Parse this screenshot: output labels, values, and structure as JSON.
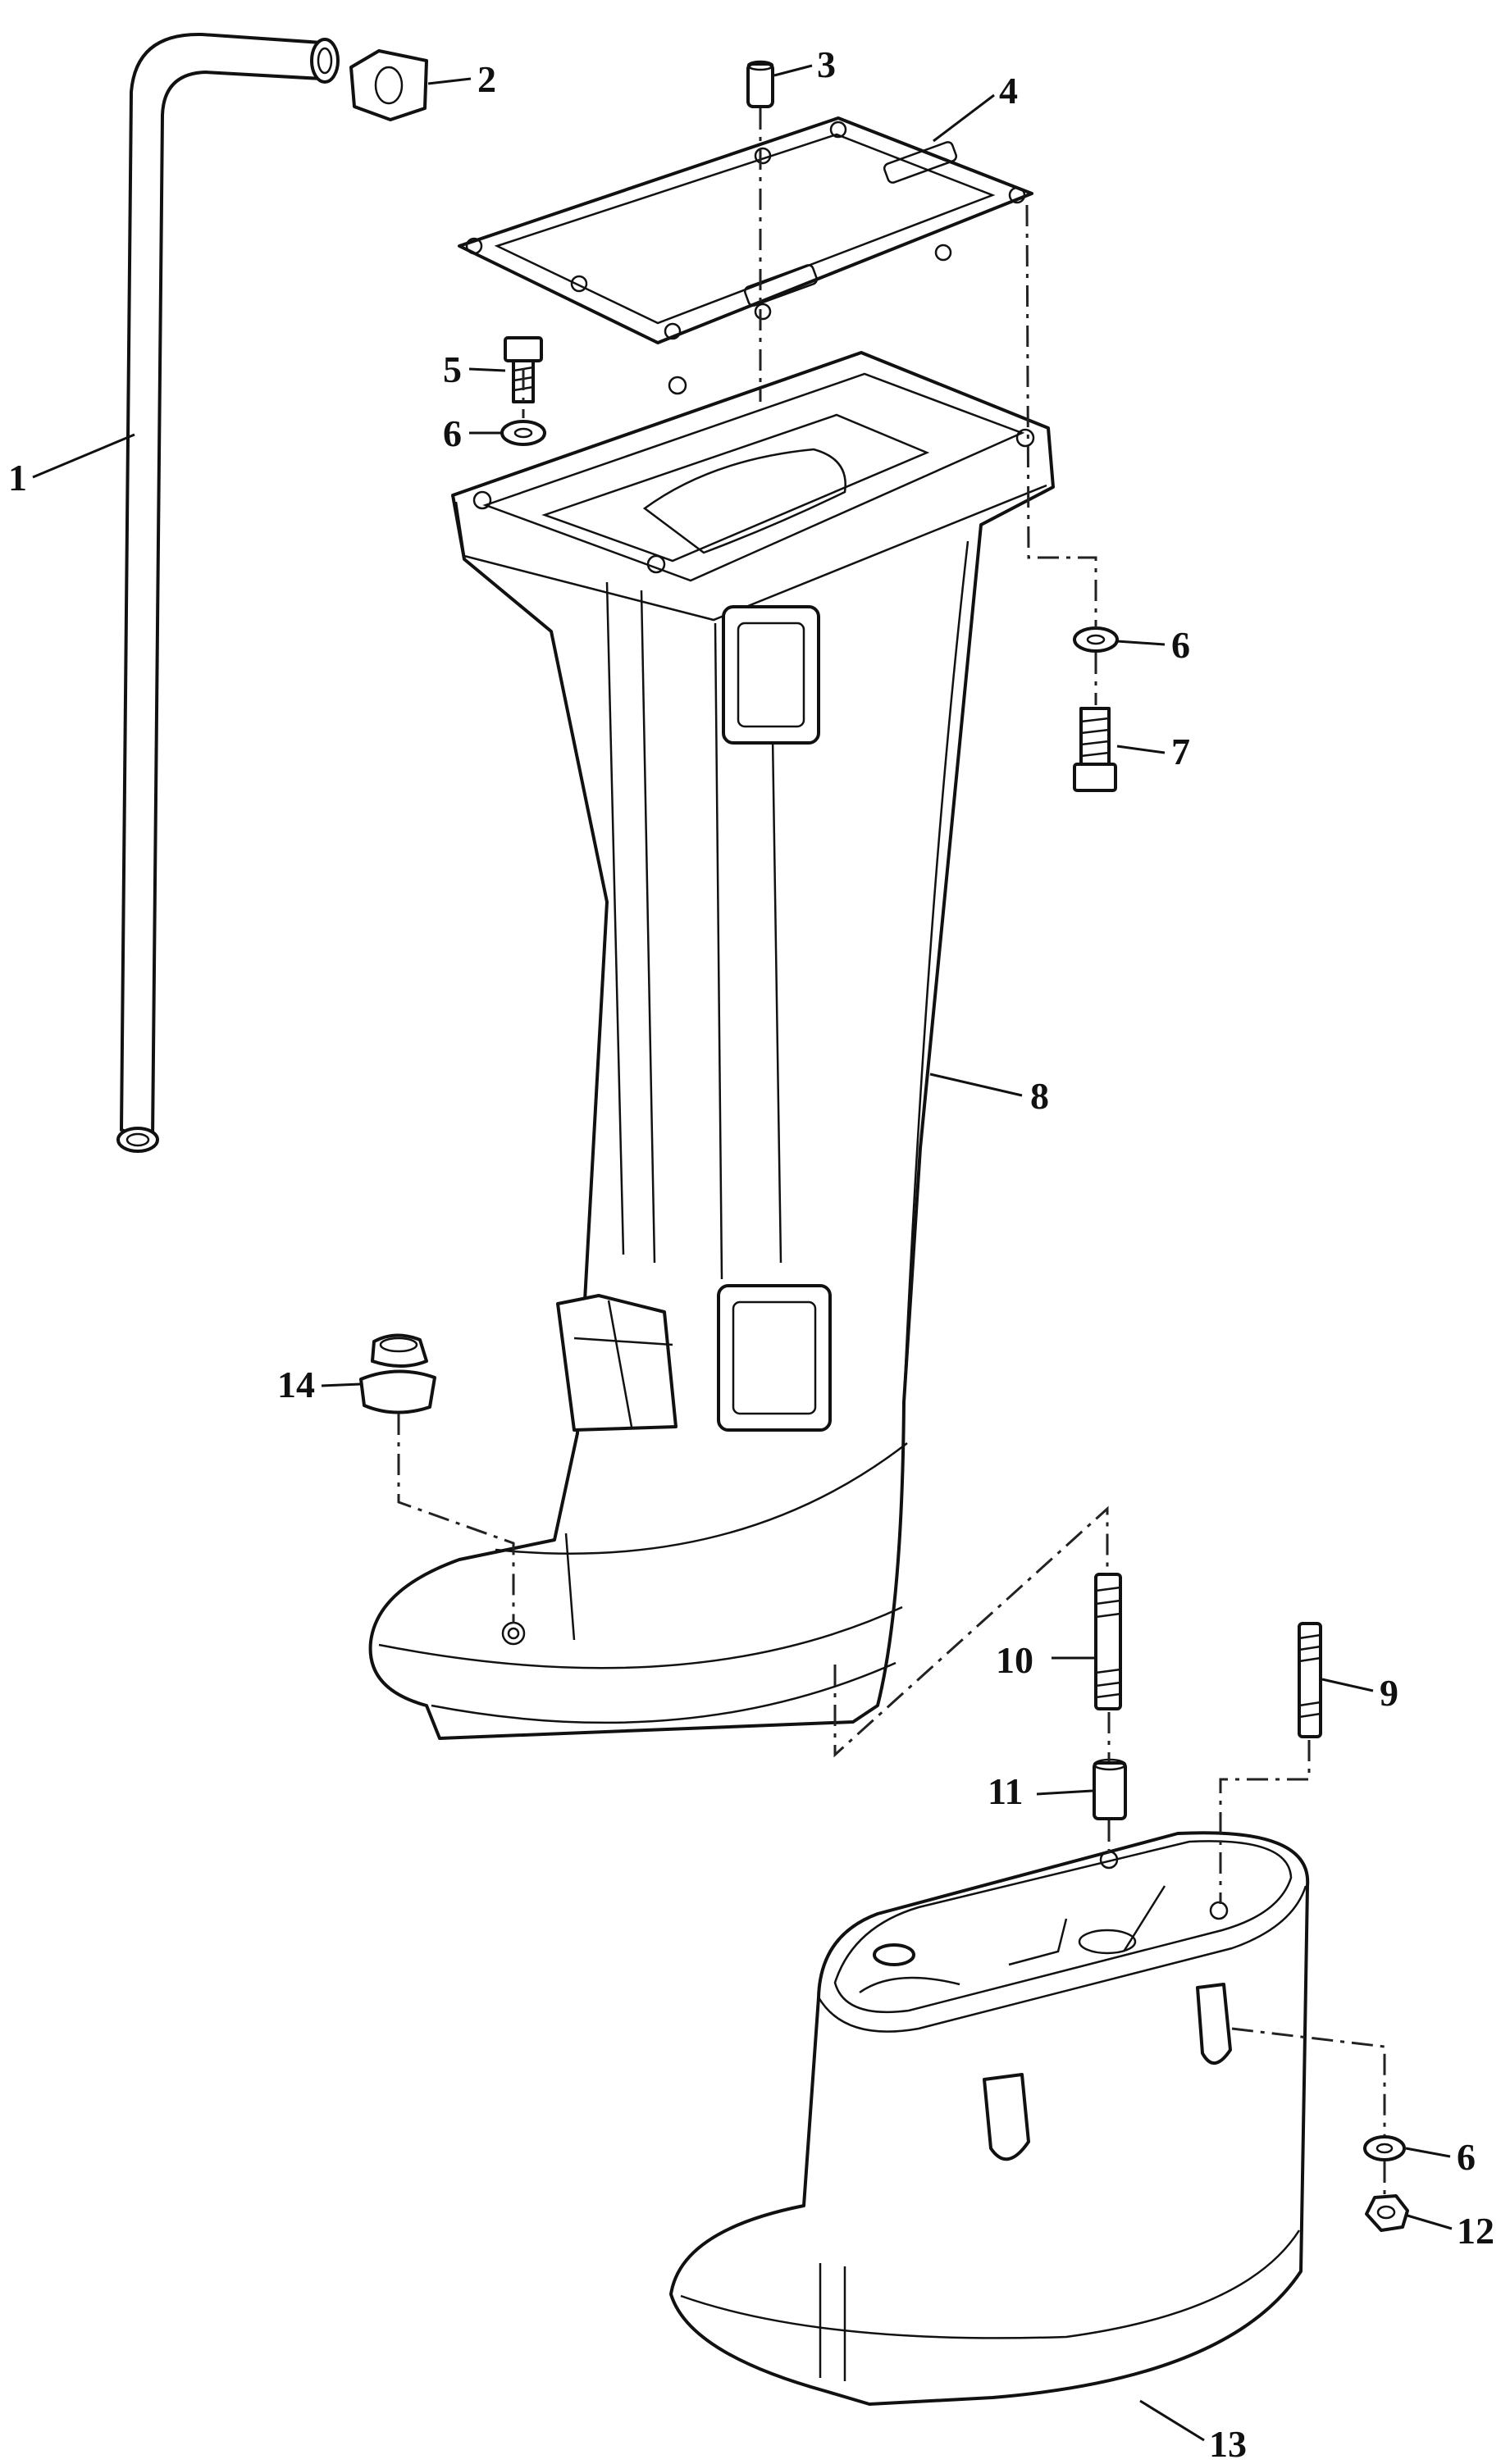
{
  "diagram": {
    "callouts": [
      "1",
      "2",
      "3",
      "4",
      "5",
      "6",
      "6",
      "7",
      "8",
      "9",
      "10",
      "11",
      "6",
      "12",
      "13",
      "14"
    ]
  }
}
